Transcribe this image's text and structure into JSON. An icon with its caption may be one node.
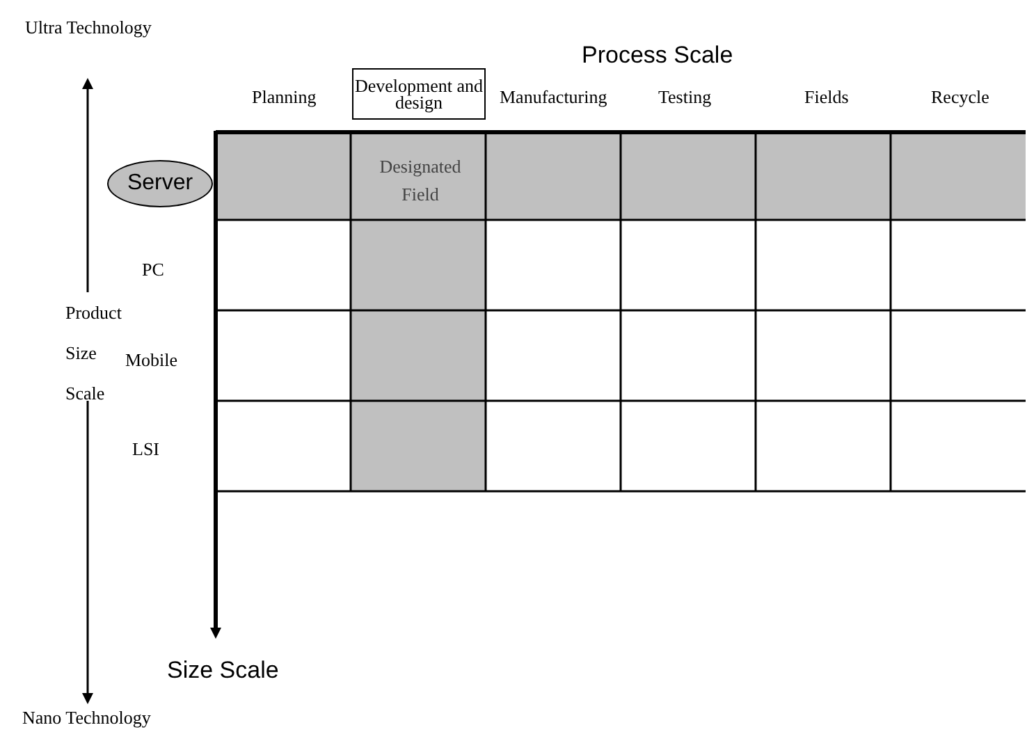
{
  "diagram": {
    "nodes": [
      {
        "text": [
          "Server"
        ]
      },
      {
        "text": [
          "Development and design"
        ]
      }
    ],
    "labels": [
      "Ultra Technology",
      "Process Scale",
      "Planning",
      "Manufacturing",
      "Testing",
      "Fields",
      "Recycle",
      "Designated Field",
      "PC",
      "Product Size Scale",
      "Mobile",
      "LSI",
      "Size Scale",
      "Nano Technology"
    ]
  }
}
